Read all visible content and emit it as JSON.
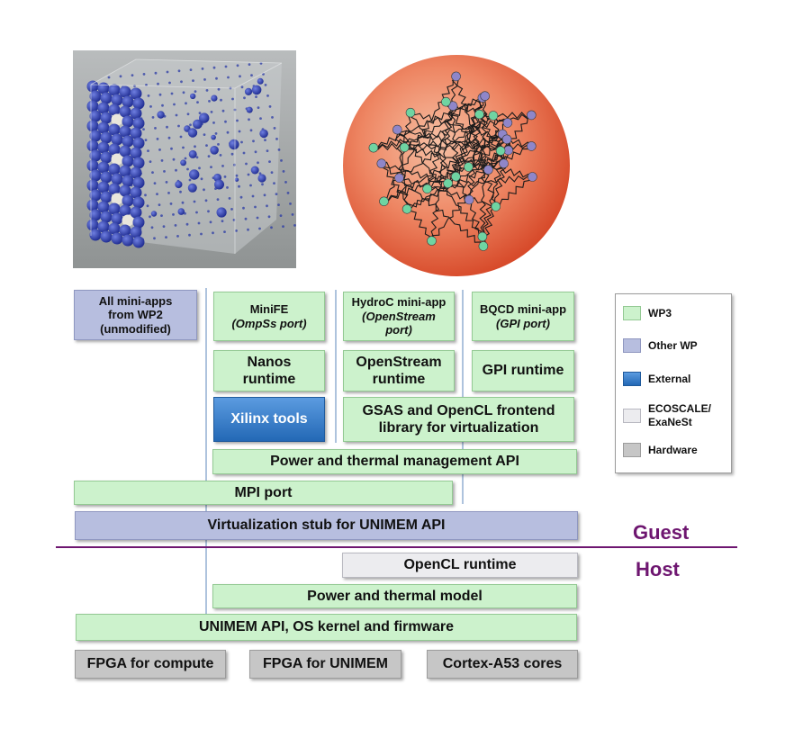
{
  "top_left": [
    "All mini-apps",
    "from WP2",
    "(unmodified)"
  ],
  "minife": {
    "title": "MiniFE",
    "sub": "(OmpSs port)"
  },
  "hydroc": {
    "title": "HydroC mini-app",
    "sub1": "(OpenStream",
    "sub2": "port)"
  },
  "bqcd": {
    "title": "BQCD mini-app",
    "sub": "(GPI port)"
  },
  "nanos": [
    "Nanos",
    "runtime"
  ],
  "openstream": [
    "OpenStream",
    "runtime"
  ],
  "gpi": "GPI runtime",
  "xilinx": "Xilinx tools",
  "gsas": [
    "GSAS and OpenCL frontend",
    "library for virtualization"
  ],
  "power_api": "Power and thermal management API",
  "mpi": "MPI port",
  "virt": "Virtualization stub for UNIMEM API",
  "opencl": "OpenCL runtime",
  "power_model": "Power and thermal model",
  "unimem": "UNIMEM API, OS kernel and firmware",
  "hw": [
    "FPGA for compute",
    "FPGA for UNIMEM",
    "Cortex-A53 cores"
  ],
  "guest": "Guest",
  "host": "Host",
  "legend": [
    "WP3",
    "Other WP",
    "External",
    "ECOSCALE/\nExaNeSt",
    "Hardware"
  ],
  "colors": {
    "wp3": "#ccf2cc",
    "other": "#b7bedf",
    "external": "#2f76c4",
    "eco": "#ececef",
    "hardware": "#c6c6c6",
    "divider": "#6e1670"
  }
}
